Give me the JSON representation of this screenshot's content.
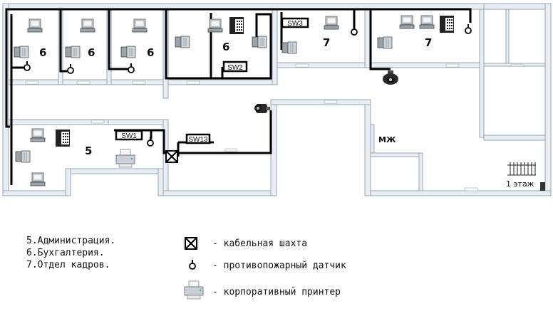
{
  "rooms": [
    {
      "number": "6"
    },
    {
      "number": "6"
    },
    {
      "number": "6"
    },
    {
      "number": "6"
    },
    {
      "number": "7"
    },
    {
      "number": "7"
    },
    {
      "number": "5"
    }
  ],
  "switches": [
    "SW1",
    "SW2",
    "SW3",
    "SW13"
  ],
  "labels": {
    "mzh": "МЖ",
    "floor": "1 этаж"
  },
  "legend_rooms": [
    "5.Администрация.",
    "6.Бухгалтерия.",
    "7.Отдел кадров."
  ],
  "legend_symbols": [
    {
      "icon": "cable-shaft-icon",
      "text": "- кабельная шахта"
    },
    {
      "icon": "fire-sensor-icon",
      "text": "- противопожарный датчик"
    },
    {
      "icon": "printer-icon",
      "text": "- корпоративный принтер"
    }
  ],
  "colors": {
    "wall": "#e8eef4",
    "wall_stroke": "#9aa6b2",
    "cable": "#000000"
  }
}
